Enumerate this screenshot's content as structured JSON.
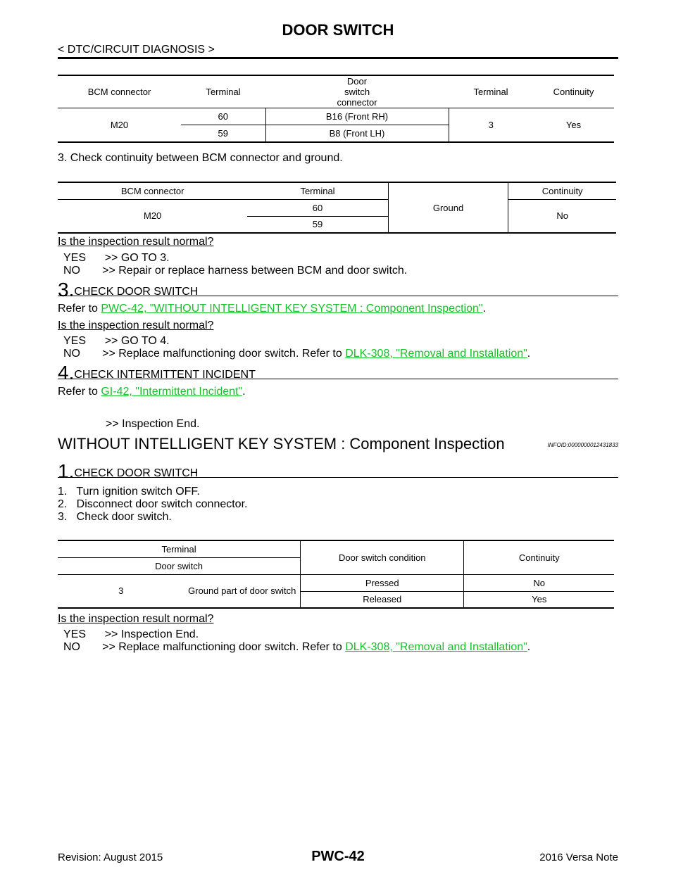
{
  "header": {
    "title": "DOOR SWITCH",
    "subtitle": "< DTC/CIRCUIT DIAGNOSIS >"
  },
  "table1": {
    "headers": [
      "BCM connector",
      "Terminal",
      "Door switch connector",
      "Terminal",
      "Continuity"
    ],
    "connector": "M20",
    "rows": [
      [
        "60",
        "B16 (Front RH)"
      ],
      [
        "59",
        "B8 (Front LH)"
      ]
    ],
    "terminal2": "3",
    "continuity": "Yes"
  },
  "step2_item3": "3.   Check continuity between BCM connector and ground.",
  "table2": {
    "headers": [
      "BCM connector",
      "Terminal",
      "Continuity"
    ],
    "connector": "M20",
    "terminals": [
      "60",
      "59"
    ],
    "ground": "Ground",
    "continuity": "No"
  },
  "check_a": {
    "question": "Is the inspection result normal?",
    "yes": "YES      >> GO TO 3.",
    "no": "NO       >> Repair or replace harness between BCM and door switch."
  },
  "step3": {
    "num": "3.",
    "title": "CHECK DOOR SWITCH",
    "refer_prefix": "Refer to ",
    "link": "PWC-42, \"WITHOUT INTELLIGENT KEY SYSTEM : Component Inspection\"",
    "refer_suffix": ".",
    "question": "Is the inspection result normal?",
    "yes": "YES      >> GO TO 4.",
    "no_prefix": "NO       >> Replace malfunctioning door switch. Refer to ",
    "no_link": "DLK-308, \"Removal and Installation\"",
    "no_suffix": "."
  },
  "step4": {
    "num": "4.",
    "title": "CHECK INTERMITTENT INCIDENT",
    "refer_prefix": "Refer to ",
    "link": "GI-42, \"Intermittent Incident\"",
    "refer_suffix": ".",
    "end": ">> Inspection End."
  },
  "section": {
    "title": "WITHOUT INTELLIGENT KEY SYSTEM : Component Inspection",
    "infoid": "INFOID:0000000012431833"
  },
  "step1": {
    "num": "1.",
    "title": "CHECK DOOR SWITCH",
    "items": [
      "1.   Turn ignition switch OFF.",
      "2.   Disconnect door switch connector.",
      "3.   Check door switch."
    ]
  },
  "table3": {
    "h_terminal": "Terminal",
    "h_door_switch": "Door switch",
    "h_condition": "Door switch condition",
    "h_continuity": "Continuity",
    "terminal": "3",
    "part": "Ground part of door switch",
    "rows": [
      [
        "Pressed",
        "No"
      ],
      [
        "Released",
        "Yes"
      ]
    ]
  },
  "check_b": {
    "question": "Is the inspection result normal?",
    "yes": "YES      >> Inspection End.",
    "no_prefix": "NO       >> Replace malfunctioning door switch. Refer to ",
    "no_link": "DLK-308, \"Removal and Installation\"",
    "no_suffix": "."
  },
  "footer": {
    "revision": "Revision: August 2015",
    "page": "PWC-42",
    "model": "2016 Versa Note"
  },
  "colors": {
    "link": "#18c02a"
  }
}
